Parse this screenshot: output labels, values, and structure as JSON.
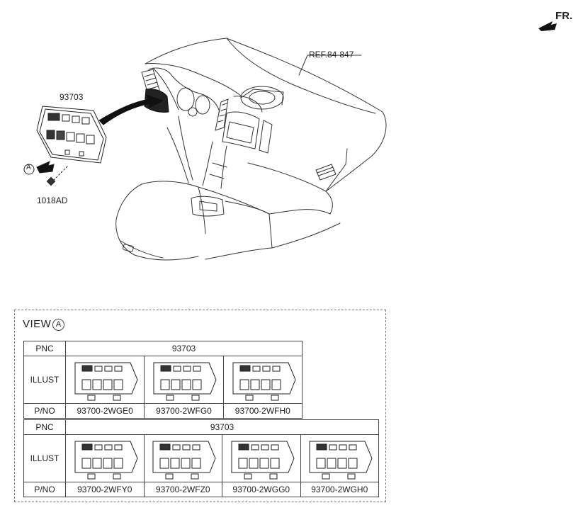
{
  "direction": {
    "label": "FR."
  },
  "callouts": {
    "switch_assembly": "93703",
    "bolt": "1018AD",
    "reference": "REF.84-847",
    "view_marker": "A"
  },
  "view": {
    "title": "VIEW",
    "marker": "A"
  },
  "table1": {
    "pnc_label": "PNC",
    "pnc_value": "93703",
    "illust_label": "ILLUST",
    "pno_label": "P/NO",
    "parts": [
      "93700-2WGE0",
      "93700-2WFG0",
      "93700-2WFH0"
    ]
  },
  "table2": {
    "pnc_label": "PNC",
    "pnc_value": "93703",
    "illust_label": "ILLUST",
    "pno_label": "P/NO",
    "parts": [
      "93700-2WFY0",
      "93700-2WFZ0",
      "93700-2WGG0",
      "93700-2WGH0"
    ]
  }
}
